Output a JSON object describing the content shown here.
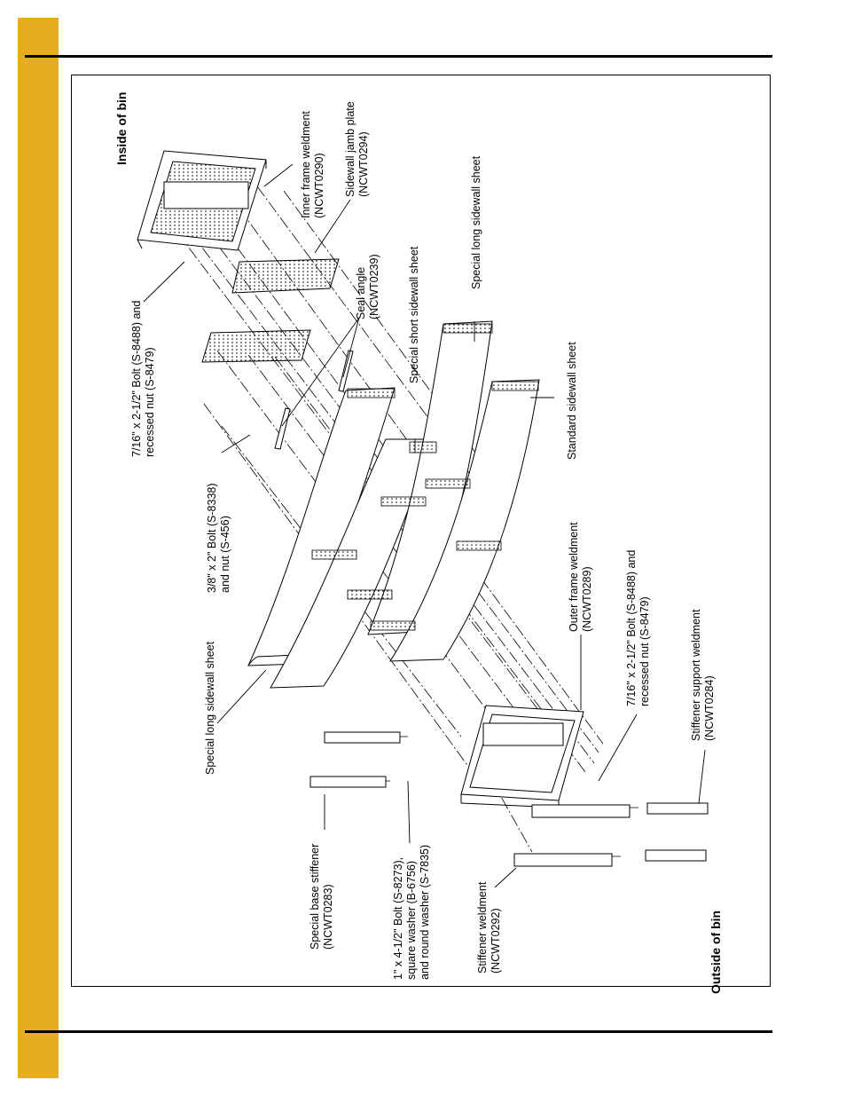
{
  "orientation": {
    "inside": "Inside of bin",
    "outside": "Outside of bin"
  },
  "labels": {
    "inner_frame": "Inner frame weldment\n(NCWT0290)",
    "jamb_plate": "Sidewall jamb plate\n(NCWT0294)",
    "bolt_716_top": "7/16\" x 2-1/2\" Bolt (S-8488) and\nrecessed nut (S-8479)",
    "seal_angle": "Seal angle\n(NCWT0239)",
    "special_short": "Special short sidewall sheet",
    "special_long_right": "Special long sidewall sheet",
    "standard_sheet": "Standard sidewall sheet",
    "bolt_38": "3/8\" x 2\" Bolt (S-8338)\nand nut (S-456)",
    "special_long_left": "Special long sidewall sheet",
    "outer_frame": "Outer frame weldment\n(NCWT0289)",
    "bolt_716_bottom": "7/16\" x 2-1/2\" Bolt (S-8488) and\nrecessed nut (S-8479)",
    "stiffener_support": "Stiffener support weldment\n(NCWT0284)",
    "base_stiffener": "Special base stiffener\n(NCWT0283)",
    "bolt_1in": "1\" x 4-1/2\" Bolt (S-8273),\nsquare washer (B-6756)\nand round washer (S-7835)",
    "stiffener_weldment": "Stiffener weldment\n(NCWT0292)"
  }
}
